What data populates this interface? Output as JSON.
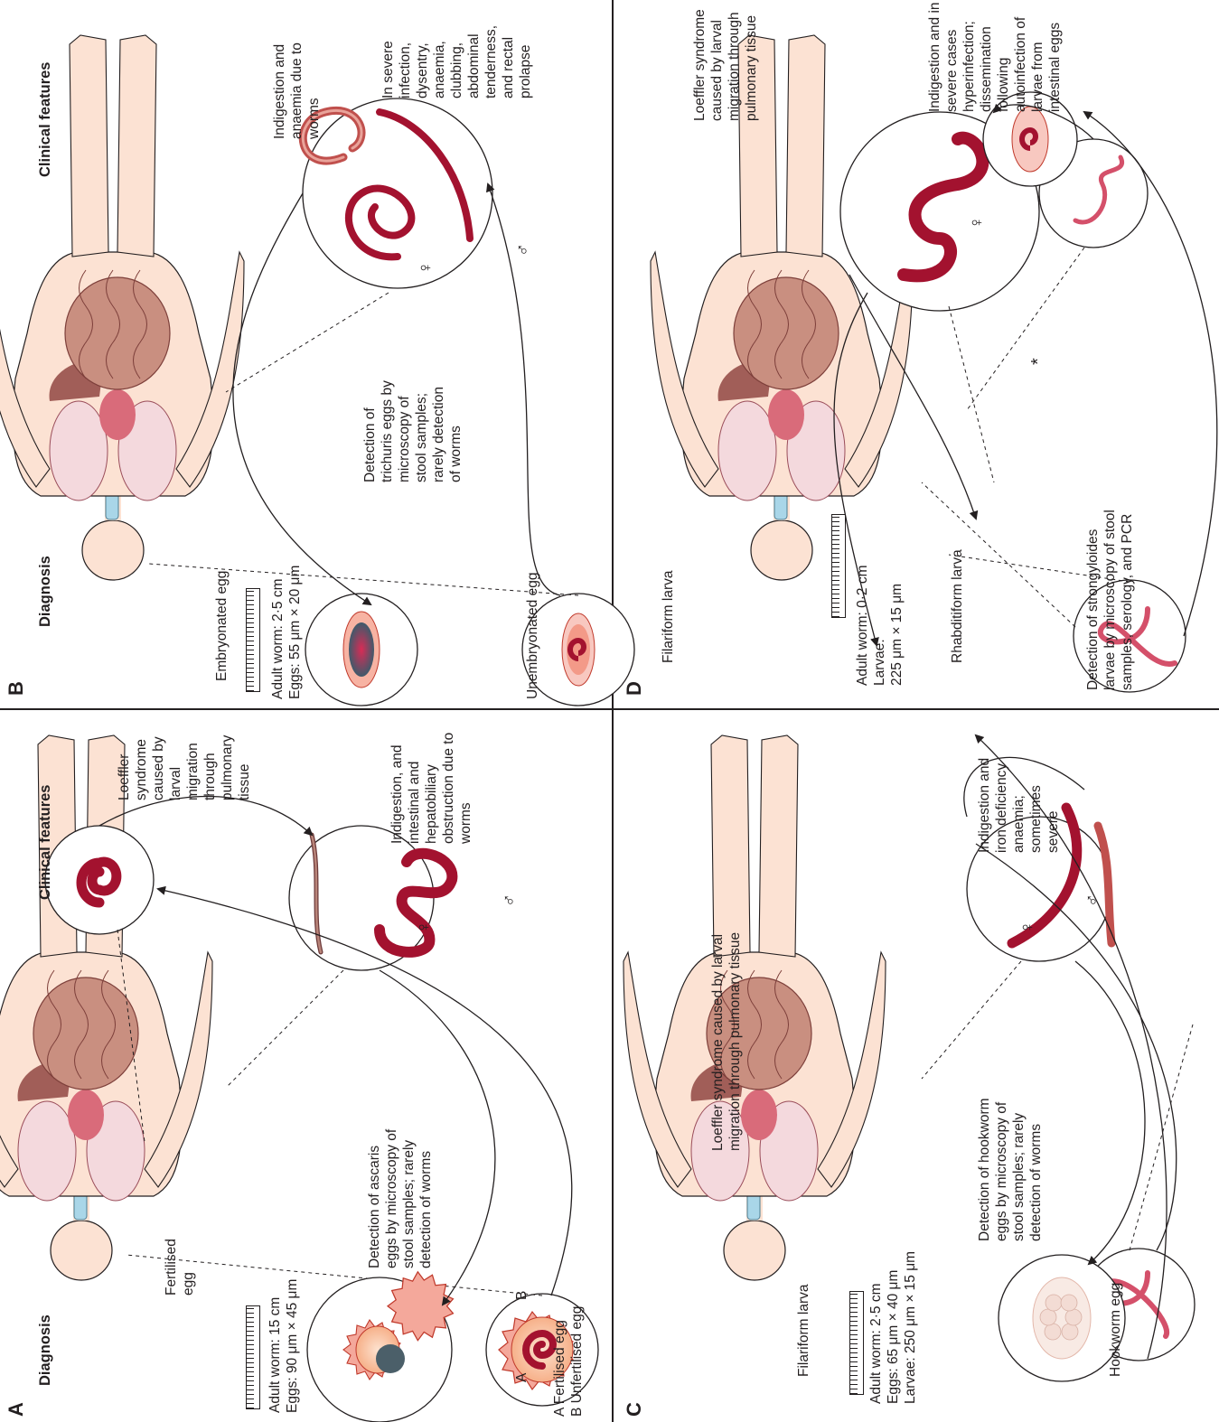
{
  "panels": {
    "A": {
      "letter": "A",
      "heading_diagnosis": "Diagnosis",
      "heading_clinical": "Clinical features",
      "egg_label": "Fertilised egg",
      "lung_text": "Loeffler syndrome caused by larval migration through pulmonary tissue",
      "gut_text": "Indigestion, and intestinal and hepatobiliary obstruction due to worms",
      "detection_text": "Detection of ascaris eggs by microscopy of stool samples; rarely detection of worms",
      "scale_text": "Adult worm: 15 cm\nEggs: 90 μm × 45 μm",
      "egg_legend": "A Fertilised egg\nB Unfertilised egg",
      "egg_a": "A",
      "egg_b": "B",
      "female_symbol": "♀",
      "male_symbol": "♂"
    },
    "B": {
      "letter": "B",
      "heading_diagnosis": "Diagnosis",
      "heading_clinical": "Clinical features",
      "egg_label": "Embryonated egg",
      "scale_text": "Adult worm: 2·5 cm\nEggs: 55 μm × 20 μm",
      "unembryonated_label": "Unembryonated egg",
      "detection_text": "Detection of trichuris eggs by microscopy of stool samples; rarely detection of worms",
      "gut_text": "Indigestion and anaemia due to worms",
      "severe_text": "In severe infection, dysentry, anaemia, clubbing, abdominal tenderness, and rectal prolapse",
      "female_symbol": "♀",
      "male_symbol": "♂"
    },
    "C": {
      "letter": "C",
      "larva_label": "Filariform larva",
      "scale_text": "Adult worm: 2·5 cm\nEggs: 65 μm × 40 μm\nLarvae: 250 μm × 15 μm",
      "lung_text": "Loeffler syndrome caused by larval migration through pulmonary tissue",
      "gut_text": "Indigestion and iron deficiency anaemia; sometimes severe",
      "detection_text": "Detection of hookworm eggs by microscopy of stool samples; rarely detection of worms",
      "egg_label": "Hookworm egg",
      "female_symbol": "♀",
      "male_symbol": "♂"
    },
    "D": {
      "letter": "D",
      "larva_label": "Filariform larva",
      "scale_text": "Adult worm: 0·2 cm\nLarvae:\n225 μm × 15 μm",
      "lung_text": "Loeffler syndrome caused by larval migration through pulmonary tissue",
      "gut_text": "Indigestion and in severe cases hyperinfection; dissemination following autoinfection of larvae from intestinal eggs",
      "rhabditiform_label": "Rhabditiform larva",
      "detection_text": "Detection of strongyloides larvae by microscopy of stool samples, serology, and PCR",
      "asterisk": "*",
      "female_symbol": "♀"
    }
  }
}
